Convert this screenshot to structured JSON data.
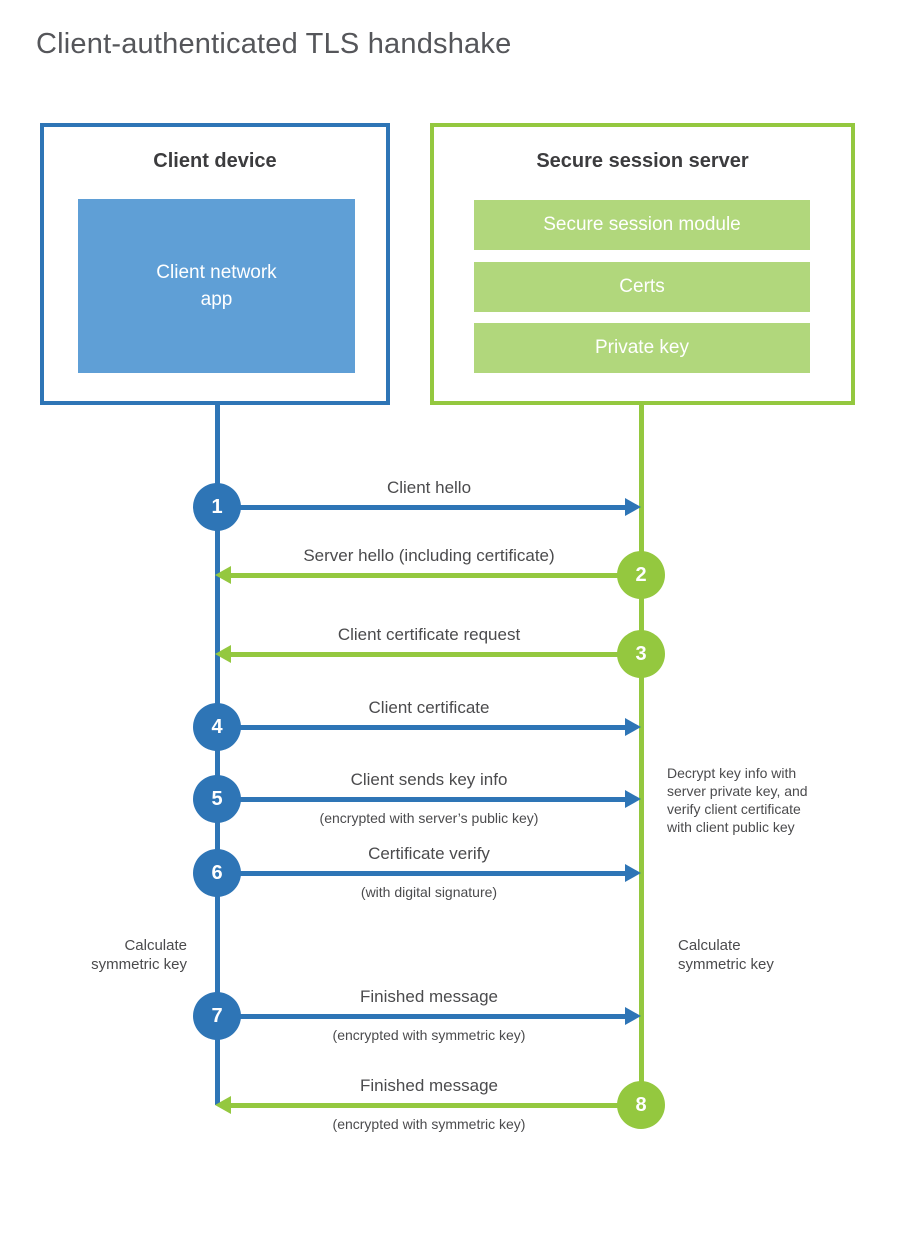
{
  "title": "Client-authenticated TLS handshake",
  "colors": {
    "blue": "#2e75b6",
    "blue_light": "#5f9fd6",
    "green": "#94c83f",
    "green_light": "#b1d77c",
    "text": "#4b4b4d",
    "text_dark": "#3c3c3e",
    "title": "#55565a"
  },
  "client": {
    "title": "Client device",
    "app_line1": "Client network",
    "app_line2": "app"
  },
  "server": {
    "title": "Secure session server",
    "modules": [
      "Secure session module",
      "Certs",
      "Private key"
    ]
  },
  "messages": [
    {
      "num": "1",
      "label": "Client hello",
      "direction": "right"
    },
    {
      "num": "2",
      "label": "Server hello (including certificate)",
      "direction": "left"
    },
    {
      "num": "3",
      "label": "Client certificate request",
      "direction": "left"
    },
    {
      "num": "4",
      "label": "Client certificate",
      "direction": "right"
    },
    {
      "num": "5",
      "label": "Client sends key info",
      "sublabel": "(encrypted with server’s public key)",
      "direction": "right"
    },
    {
      "num": "6",
      "label": "Certificate verify",
      "sublabel": "(with digital signature)",
      "direction": "right"
    },
    {
      "num": "7",
      "label": "Finished message",
      "sublabel": "(encrypted with symmetric key)",
      "direction": "right"
    },
    {
      "num": "8",
      "label": "Finished message",
      "sublabel": "(encrypted with symmetric key)",
      "direction": "left"
    }
  ],
  "annotations": {
    "decrypt_note": [
      "Decrypt key info with",
      "server private key, and",
      "verify client certificate",
      "with client public key"
    ],
    "calc_left": [
      "Calculate",
      "symmetric key"
    ],
    "calc_right": [
      "Calculate",
      "symmetric key"
    ]
  }
}
